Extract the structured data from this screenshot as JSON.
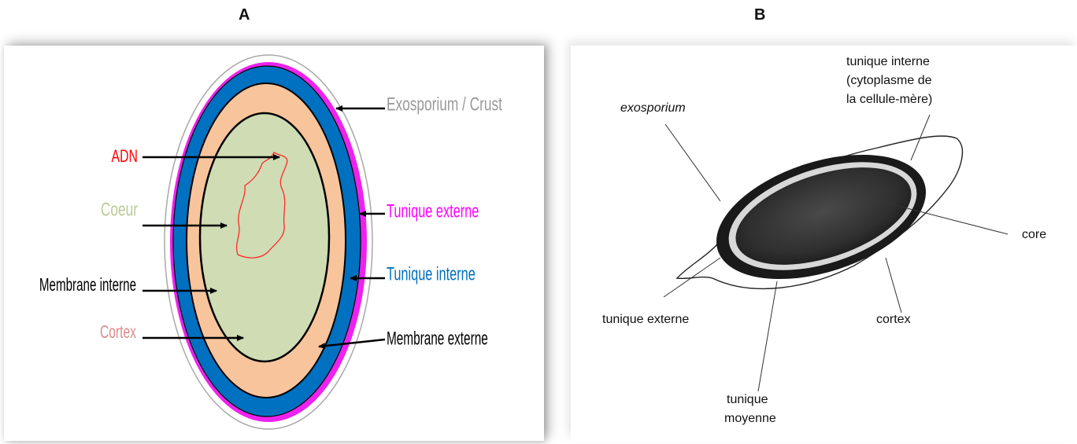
{
  "panels": {
    "a": {
      "letter": "A"
    },
    "b": {
      "letter": "B"
    }
  },
  "diagram_a": {
    "labels": {
      "exosporium": "Exosporium / Crust",
      "adn": "ADN",
      "coeur": "Coeur",
      "tunique_externe": "Tunique externe",
      "tunique_interne": "Tunique interne",
      "membrane_interne": "Membrane interne",
      "cortex": "Cortex",
      "membrane_externe": "Membrane externe"
    },
    "colors": {
      "exosporium": "#9a9a9a",
      "adn": "#ff0000",
      "coeur": "#cfdcb4",
      "tunique_externe": "#ff00ff",
      "tunique_interne": "#0070c0",
      "cortex_layer": "#f8c49c",
      "cortex_label": "#d98c8c",
      "black": "#000000"
    }
  },
  "diagram_b": {
    "labels": {
      "tunique_interne_l1": "tunique interne",
      "tunique_interne_l2": "(cytoplasme de",
      "tunique_interne_l3": "la cellule-mère)",
      "exosporium": "exosporium",
      "core": "core",
      "tunique_externe": "tunique externe",
      "cortex": "cortex",
      "tunique_moyenne_l1": "tunique",
      "tunique_moyenne_l2": "moyenne"
    }
  }
}
